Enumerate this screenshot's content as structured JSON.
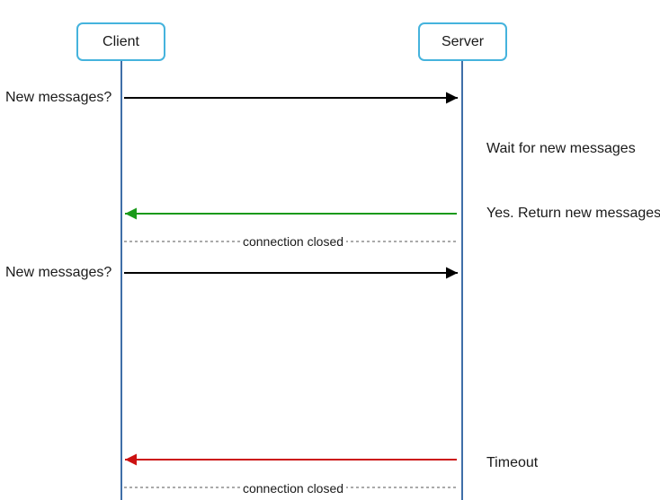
{
  "actors": {
    "client": "Client",
    "server": "Server"
  },
  "messages": {
    "request_1": "New messages?",
    "server_wait": "Wait for new messages",
    "response_1": "Yes. Return new messages",
    "closed_1": "connection closed",
    "request_2": "New messages?",
    "timeout": "Timeout",
    "closed_2": "connection closed"
  },
  "colors": {
    "actor_border": "#45b3dd",
    "lifeline": "#3f6fa8",
    "request_arrow": "#000000",
    "success_arrow": "#1a9a1a",
    "timeout_arrow": "#cc1111",
    "closed_line": "#555555"
  }
}
